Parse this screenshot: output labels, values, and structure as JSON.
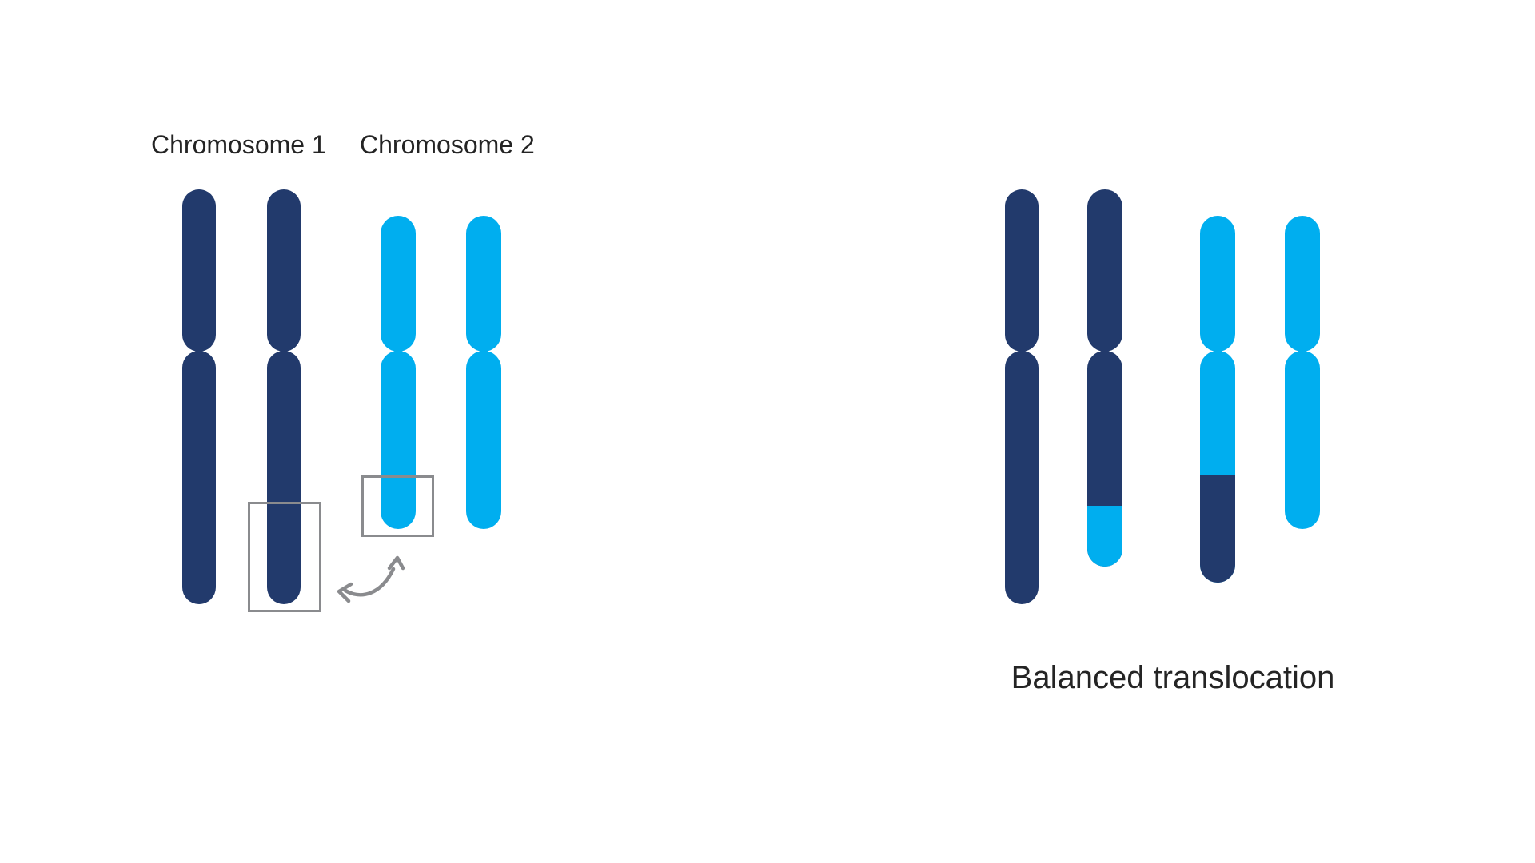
{
  "diagram": {
    "left_labels": {
      "chromosome1": "Chromosome 1",
      "chromosome2": "Chromosome 2"
    },
    "caption": "Balanced translocation"
  },
  "colors": {
    "chromosome1_dark": "#223A6C",
    "chromosome2_light": "#00AEEF",
    "highlight_box": "#8A8B8E",
    "swap_arrow": "#8A8B8E",
    "label_text": "#242424",
    "background": "#FFFFFF"
  },
  "icons": {
    "swap_arrow": "curved-double-headed-arrow"
  }
}
